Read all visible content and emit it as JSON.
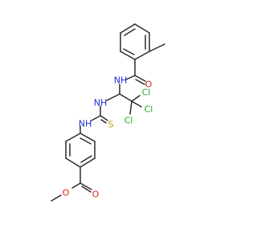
{
  "molecule": {
    "colors": {
      "bond": "#2b2b2b",
      "N": "#1d2dd8",
      "O": "#e0271d",
      "S": "#b3a100",
      "Cl": "#29a329",
      "background": "#ffffff"
    },
    "labels": {
      "amide_nh": "NH",
      "amide_o": "O",
      "thiourea_nh_top": "NH",
      "thiourea_s": "S",
      "thiourea_nh_bottom": "NH",
      "cl_1": "Cl",
      "cl_2": "Cl",
      "cl_3": "Cl",
      "ester_o_carbonyl": "O",
      "ester_o_methoxy": "O"
    }
  }
}
